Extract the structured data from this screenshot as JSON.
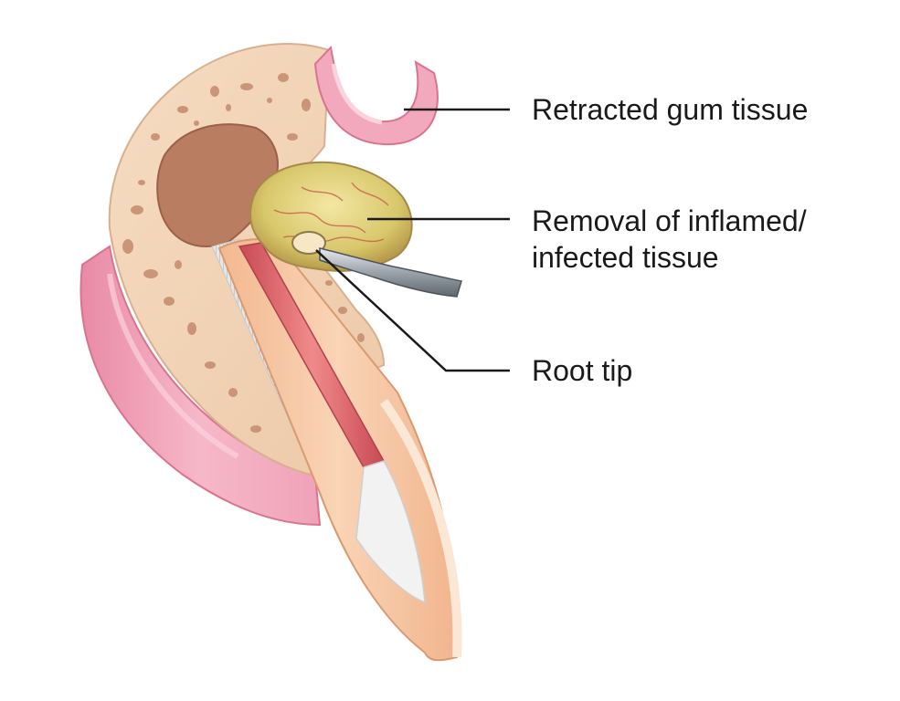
{
  "labels": {
    "retracted_gum": "Retracted gum tissue",
    "inflamed_line1": "Removal of inflamed/",
    "inflamed_line2": "infected tissue",
    "root_tip": "Root tip"
  },
  "colors": {
    "bone": "#f2d5b7",
    "bone_pore": "#c48a6e",
    "bone_cavity": "#b97d62",
    "gum": "#f0a8bc",
    "gum_dark": "#df7f9b",
    "tooth_dentin": "#f6c6a1",
    "tooth_enamel": "#fbe7d6",
    "pulp": "#d9656a",
    "filling": "#f2f2f2",
    "membrane": "#cfcfcf",
    "lesion": "#d9c66a",
    "lesion_vessel": "#c75b4c",
    "instrument": "#9aa2aa",
    "leader_line": "#1a1a1a"
  },
  "icons": [
    "bone-graphic",
    "tooth-graphic",
    "gum-flap-graphic",
    "lesion-graphic",
    "instrument-graphic"
  ]
}
